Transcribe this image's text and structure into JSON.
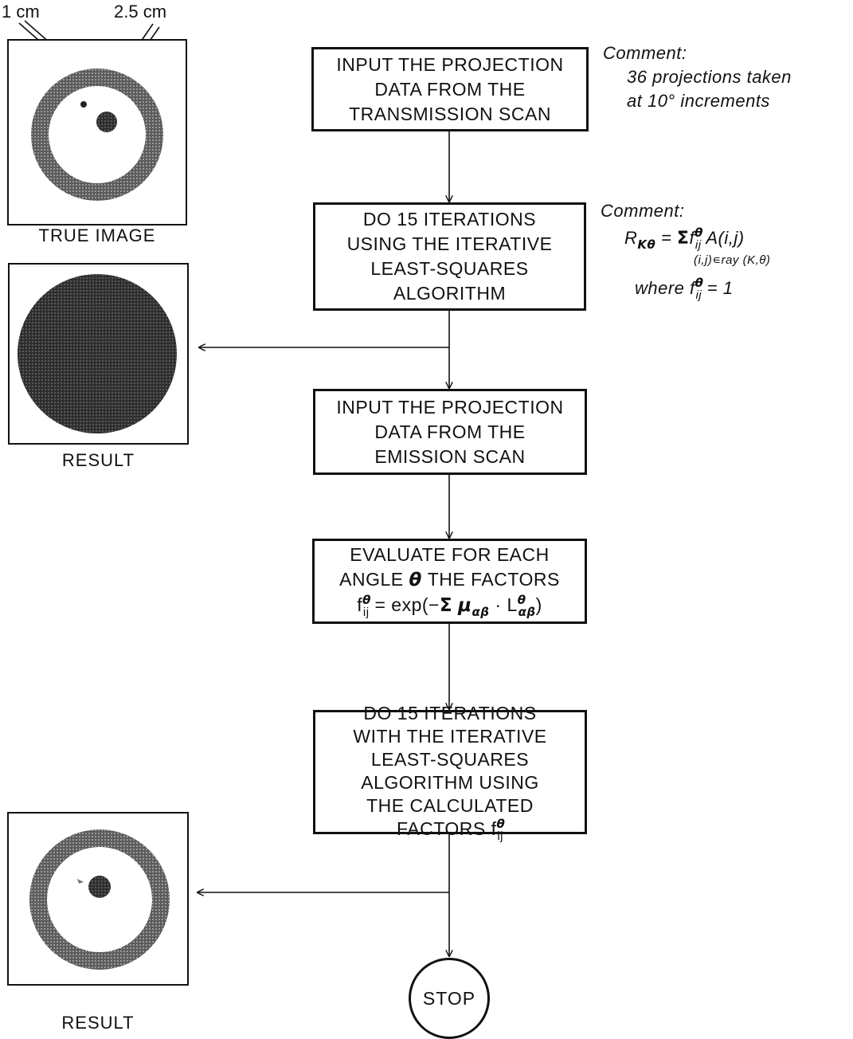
{
  "dimension_labels": {
    "small_source": "1 cm",
    "large_source": "2.5 cm"
  },
  "panels": {
    "true_image": {
      "caption": "TRUE IMAGE"
    },
    "first_result": {
      "caption": "RESULT"
    },
    "final_result": {
      "caption": "RESULT"
    }
  },
  "steps": {
    "input_transmission": [
      "INPUT THE PROJECTION",
      "DATA FROM THE",
      "TRANSMISSION SCAN"
    ],
    "iterate_first": [
      "DO 15 ITERATIONS",
      "USING THE ITERATIVE",
      "LEAST-SQUARES",
      "ALGORITHM"
    ],
    "input_emission": [
      "INPUT THE PROJECTION",
      "DATA FROM THE",
      "EMISSION SCAN"
    ],
    "evaluate": {
      "line1": "EVALUATE FOR EACH",
      "line2_pre": "ANGLE",
      "theta": "θ",
      "line2_post": "THE FACTORS",
      "f": "f",
      "sub_ij": "ij",
      "formula_mid": " = exp(−",
      "sigma": "Σ",
      "mu": "μ",
      "sub_ab": "αβ",
      "dot_L": " · L",
      "close": ")"
    },
    "iterate_final": {
      "lines": [
        "DO 15 ITERATIONS",
        "WITH THE ITERATIVE",
        "LEAST-SQUARES",
        "ALGORITHM USING",
        "THE CALCULATED"
      ],
      "last_pre": "FACTORS f",
      "sub_ij": "ij",
      "theta": "θ"
    },
    "stop": "STOP"
  },
  "comments": {
    "projections": {
      "label": "Comment:",
      "lines": [
        "36 projections taken",
        "at 10° increments"
      ]
    },
    "equation": {
      "label": "Comment:",
      "R": "R",
      "R_sub": "Kθ",
      "eq": " = ",
      "sigma": "Σ",
      "f": "f",
      "sup": "θ",
      "sub": "ij",
      "A": "A(i,j)",
      "range": "(i,j)∊ray (K,θ)",
      "where_pre": "where f",
      "where_post": " = 1"
    }
  }
}
